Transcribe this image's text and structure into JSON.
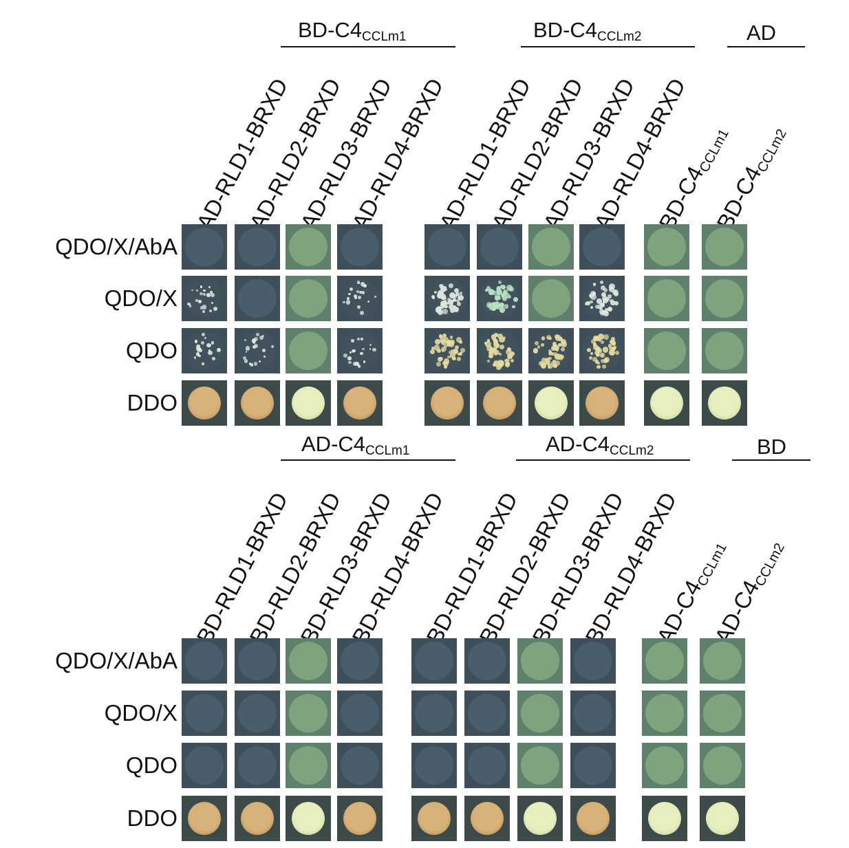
{
  "panels": [
    {
      "groups": [
        {
          "name": "BD-C4",
          "sub": "CCLm1"
        },
        {
          "name": "BD-C4",
          "sub": "CCLm2"
        },
        {
          "name": "AD",
          "sub": ""
        }
      ],
      "columns": [
        {
          "name": "AD-RLD1-BRXD",
          "sub": ""
        },
        {
          "name": "AD-RLD2-BRXD",
          "sub": ""
        },
        {
          "name": "AD-RLD3-BRXD",
          "sub": ""
        },
        {
          "name": "AD-RLD4-BRXD",
          "sub": ""
        },
        {
          "name": "AD-RLD1-BRXD",
          "sub": ""
        },
        {
          "name": "AD-RLD2-BRXD",
          "sub": ""
        },
        {
          "name": "AD-RLD3-BRXD",
          "sub": ""
        },
        {
          "name": "AD-RLD4-BRXD",
          "sub": ""
        },
        {
          "name": "BD-C4",
          "sub": "CCLm1"
        },
        {
          "name": "BD-C4",
          "sub": "CCLm2"
        }
      ],
      "rows": [
        "QDO/X/AbA",
        "QDO/X",
        "QDO",
        "DDO"
      ],
      "growth": [
        [
          "none",
          "none",
          "green",
          "none",
          "none",
          "none",
          "green",
          "none",
          "green",
          "green"
        ],
        [
          "sparse-white",
          "none",
          "green",
          "sparse-white",
          "dense-white",
          "dense-green",
          "green",
          "dense-white",
          "green",
          "green"
        ],
        [
          "sparse-white",
          "sparse-white",
          "green",
          "sparse-white",
          "dense-yellow",
          "dense-yellow",
          "dense-yellow",
          "dense-yellow",
          "green",
          "green"
        ],
        [
          "tan",
          "tan",
          "pale",
          "tan",
          "tan",
          "tan",
          "pale",
          "tan",
          "pale",
          "pale"
        ]
      ]
    },
    {
      "groups": [
        {
          "name": "AD-C4",
          "sub": "CCLm1"
        },
        {
          "name": "AD-C4",
          "sub": "CCLm2"
        },
        {
          "name": "BD",
          "sub": ""
        }
      ],
      "columns": [
        {
          "name": "BD-RLD1-BRXD",
          "sub": ""
        },
        {
          "name": "BD-RLD2-BRXD",
          "sub": ""
        },
        {
          "name": "BD-RLD3-BRXD",
          "sub": ""
        },
        {
          "name": "BD-RLD4-BRXD",
          "sub": ""
        },
        {
          "name": "BD-RLD1-BRXD",
          "sub": ""
        },
        {
          "name": "BD-RLD2-BRXD",
          "sub": ""
        },
        {
          "name": "BD-RLD3-BRXD",
          "sub": ""
        },
        {
          "name": "BD-RLD4-BRXD",
          "sub": ""
        },
        {
          "name": "AD-C4",
          "sub": "CCLm1"
        },
        {
          "name": "AD-C4",
          "sub": "CCLm2"
        }
      ],
      "rows": [
        "QDO/X/AbA",
        "QDO/X",
        "QDO",
        "DDO"
      ],
      "growth": [
        [
          "none",
          "none",
          "green",
          "none",
          "none",
          "none",
          "green",
          "none",
          "green",
          "green"
        ],
        [
          "none",
          "none",
          "green",
          "none",
          "none",
          "none",
          "green",
          "none",
          "green",
          "green"
        ],
        [
          "none",
          "none",
          "green",
          "none",
          "none",
          "none",
          "green",
          "none",
          "green",
          "green"
        ],
        [
          "tan",
          "tan",
          "pale",
          "tan",
          "tan",
          "tan",
          "pale",
          "tan",
          "pale",
          "pale"
        ]
      ]
    }
  ],
  "colors": {
    "plate_dark": "#3e4f5a",
    "plate_green": "#5f806a",
    "spot_none": "#4f6470",
    "spot_green": "#7fa37e",
    "colony_white": "#dde8df",
    "colony_yellow": "#e6dca0",
    "colony_green": "#b8e0c0",
    "ddo_tan": "#d9b27a",
    "ddo_pale": "#e8efbf"
  }
}
